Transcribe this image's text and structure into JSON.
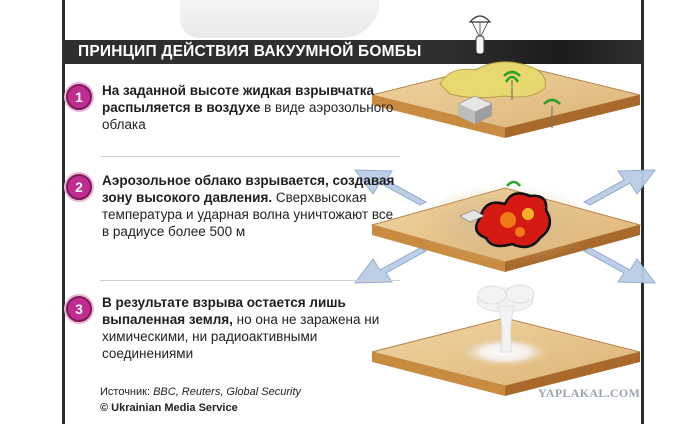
{
  "title": "ПРИНЦИП ДЕЙСТВИЯ ВАКУУМНОЙ БОМБЫ",
  "steps": [
    {
      "number": "1",
      "bold": "На заданной высоте жидкая взрывчатка распыляется в воздухе",
      "normal": " в виде аэрозольного облака"
    },
    {
      "number": "2",
      "bold": "Аэрозольное облако взрывается, создавая зону высокого давления.",
      "normal": " Сверхвысокая температура и ударная волна уничтожают все в радиусе более 500 м"
    },
    {
      "number": "3",
      "bold": "В результате взрыва остается лишь выпаленная земля,",
      "normal": " но она не заражена ни химическими, ни радиоактивными соединениями"
    }
  ],
  "source": {
    "label": "Источник: ",
    "value": "BBC, Reuters, Global Security"
  },
  "copyright": "© Ukrainian Media Service",
  "watermark": "YAPLAKAL.COM",
  "colors": {
    "number_badge": "#c02c8f",
    "title_bar": "#2f2f2f",
    "plate_top": "#e7c48c",
    "plate_side": "#b9782f",
    "arrow": "#b9cde6",
    "fire": "#d41a12",
    "cloud": "#e5d46a"
  }
}
